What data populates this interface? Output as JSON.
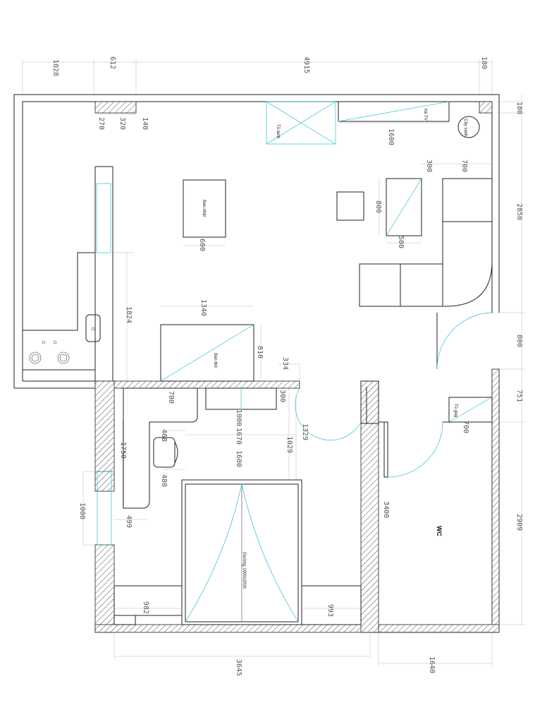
{
  "labels": {
    "tu_lanh": "Tủ lạnh",
    "ke_tv": "Kệ TV",
    "cay_xanh": "Cây xanh",
    "ban_nhat": "Bàn nhật",
    "ban_tho": "Bàn thờ",
    "tu_giay": "Tủ giày",
    "giuong": "Giường 1600x2000",
    "wc": "WC"
  },
  "dimensions": {
    "top_1028": "1028",
    "top_612": "612",
    "top_4915": "4915",
    "top_180": "180",
    "r_180": "180",
    "r_2850": "2850",
    "r_800": "800",
    "r_751": "751",
    "r_2909": "2909",
    "d_270": "270",
    "d_320": "320",
    "d_140": "140",
    "d_1600_tv": "1600",
    "d_300": "300",
    "d_700_sofa": "700",
    "d_800_table": "800",
    "d_500": "500",
    "d_600": "600",
    "d_1340": "1340",
    "d_810": "810",
    "d_1824": "1824",
    "d_334": "334",
    "d_700_desk": "700",
    "d_300_shelf": "300",
    "d_1000_shelf": "1000",
    "d_1670": "1670",
    "d_1600_bed": "1600",
    "d_1329": "1329",
    "d_1029": "1029",
    "d_468": "468",
    "d_480": "480",
    "d_1750": "1750",
    "d_1000_win": "1000",
    "d_499": "499",
    "d_3400": "3400",
    "d_700_shoe": "700",
    "d_982": "982",
    "d_993": "993",
    "b_3645": "3645",
    "b_1640": "1640"
  }
}
